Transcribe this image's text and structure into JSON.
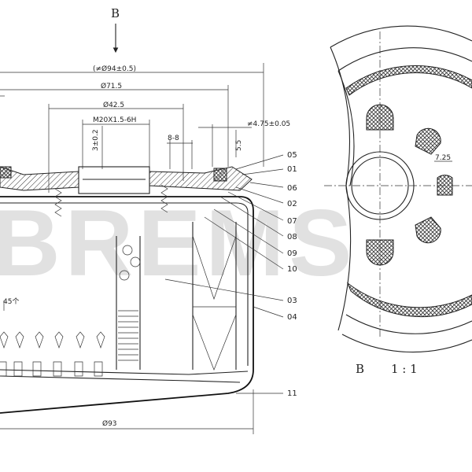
{
  "view_label_top": "B",
  "dimensions": {
    "outer_diameter": "(≠Ø94±0.5)",
    "d71": "Ø71.5",
    "d42": "Ø42.5",
    "thread": "M20X1.5-6H",
    "d3": "3±0.2",
    "d88": "8-8",
    "d475": "≠4.75±0.05",
    "d55": "5.5",
    "count45": "45个",
    "bottom_diameter": "Ø93",
    "detail_725": "7.25"
  },
  "part_numbers": [
    "05",
    "01",
    "06",
    "02",
    "07",
    "08",
    "09",
    "10",
    "03",
    "04",
    "11"
  ],
  "detail_label": {
    "letter": "B",
    "scale": "1 : 1"
  },
  "watermark": "BREMS"
}
